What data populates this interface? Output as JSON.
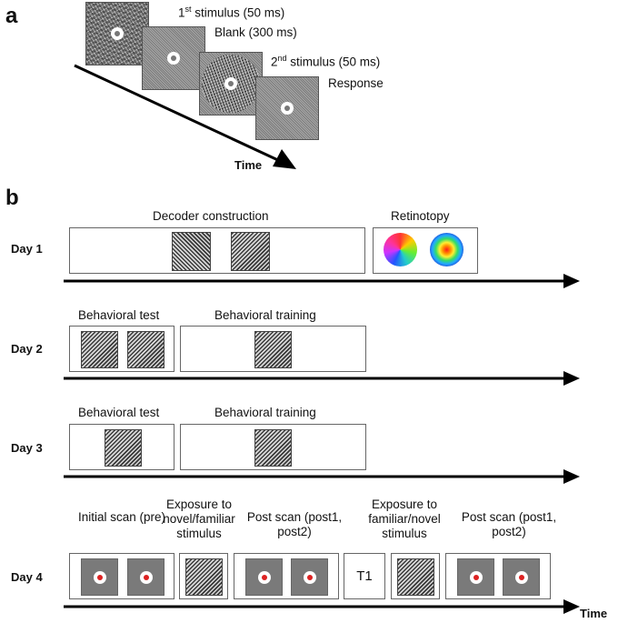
{
  "panel_a": {
    "letter": "a",
    "stim1_label": "1",
    "stim1_sup": "st",
    "stim1_rest": " stimulus (50 ms)",
    "blank_label": "Blank (300 ms)",
    "stim2_label": "2",
    "stim2_sup": "nd",
    "stim2_rest": " stimulus (50 ms)",
    "response_label": "Response",
    "time_label": "Time"
  },
  "panel_b": {
    "letter": "b",
    "day1": {
      "label": "Day 1",
      "decoder": "Decoder construction",
      "retinotopy": "Retinotopy"
    },
    "day2": {
      "label": "Day 2",
      "test": "Behavioral test",
      "training": "Behavioral training"
    },
    "day3": {
      "label": "Day 3",
      "test": "Behavioral test",
      "training": "Behavioral training"
    },
    "day4": {
      "label": "Day 4",
      "initial": "Initial scan (pre)",
      "exposure1": "Exposure to novel/familiar stimulus",
      "post1": "Post scan (post1, post2)",
      "exposure2": "Exposure to familiar/novel stimulus",
      "post2": "Post scan (post1, post2)",
      "t1": "T1"
    },
    "time_label": "Time"
  },
  "colors": {
    "arrow": "#000000",
    "box_border": "#666666",
    "fixation_dot": "#dd2222"
  }
}
